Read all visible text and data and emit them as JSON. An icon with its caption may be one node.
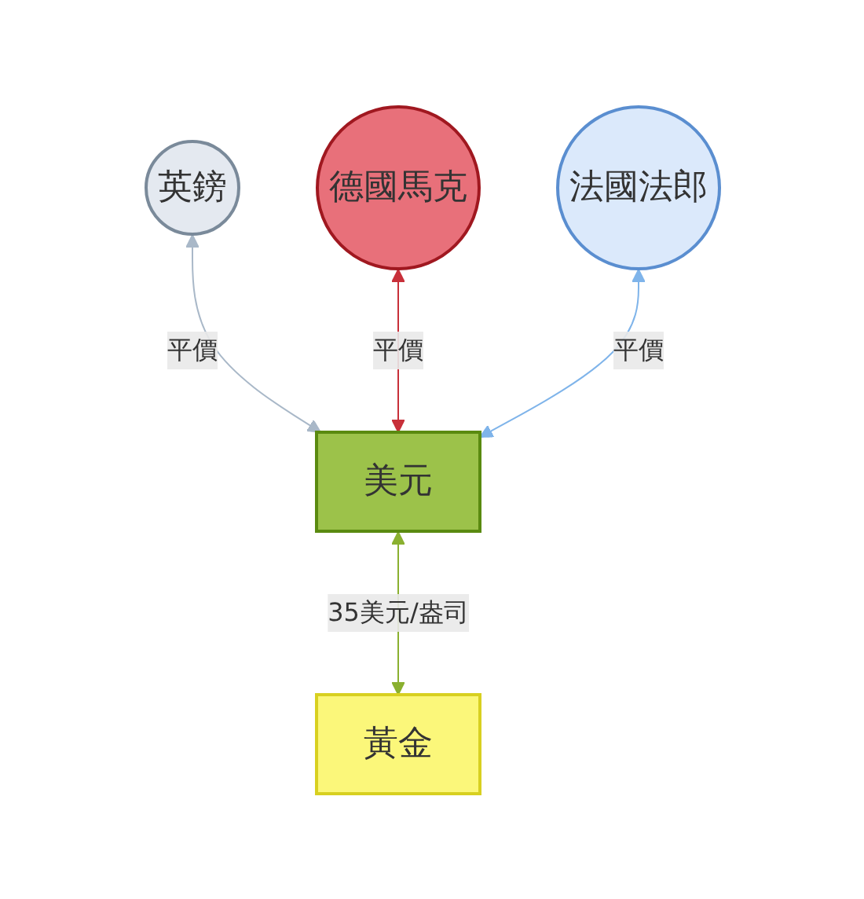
{
  "diagram": {
    "nodes": [
      {
        "text": [
          "英鎊"
        ]
      },
      {
        "text": [
          "德國馬克"
        ]
      },
      {
        "text": [
          "法國法郎"
        ]
      },
      {
        "text": [
          "美元"
        ]
      },
      {
        "text": [
          "黃金"
        ]
      }
    ],
    "edges": [
      {
        "from": 0,
        "to": 3,
        "arrow": "both",
        "label": "平價",
        "color": "#a9b8c8"
      },
      {
        "from": 1,
        "to": 3,
        "arrow": "both",
        "label": "平價",
        "color": "#c8303a"
      },
      {
        "from": 2,
        "to": 3,
        "arrow": "both",
        "label": "平價",
        "color": "#7fb4ea"
      },
      {
        "from": 3,
        "to": 4,
        "arrow": "both",
        "label": "35美元/盎司",
        "color": "#8ab030"
      }
    ]
  }
}
